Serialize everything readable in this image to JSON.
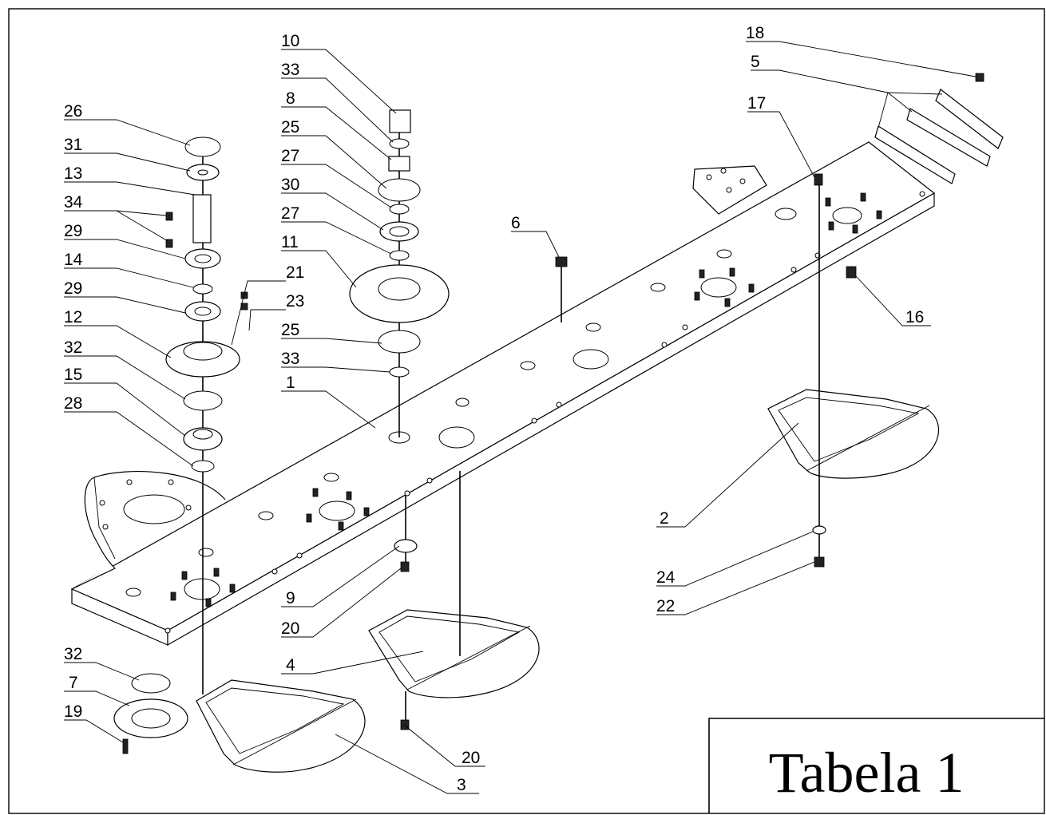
{
  "title": "Tabela 1",
  "callouts": [
    "10",
    "33",
    "8",
    "25",
    "27",
    "30",
    "27",
    "11",
    "25",
    "33",
    "1",
    "6",
    "26",
    "31",
    "13",
    "34",
    "29",
    "14",
    "29",
    "12",
    "21",
    "23",
    "32",
    "15",
    "28",
    "18",
    "5",
    "17",
    "16",
    "2",
    "24",
    "22",
    "9",
    "20",
    "4",
    "20",
    "3",
    "32",
    "7",
    "19"
  ]
}
